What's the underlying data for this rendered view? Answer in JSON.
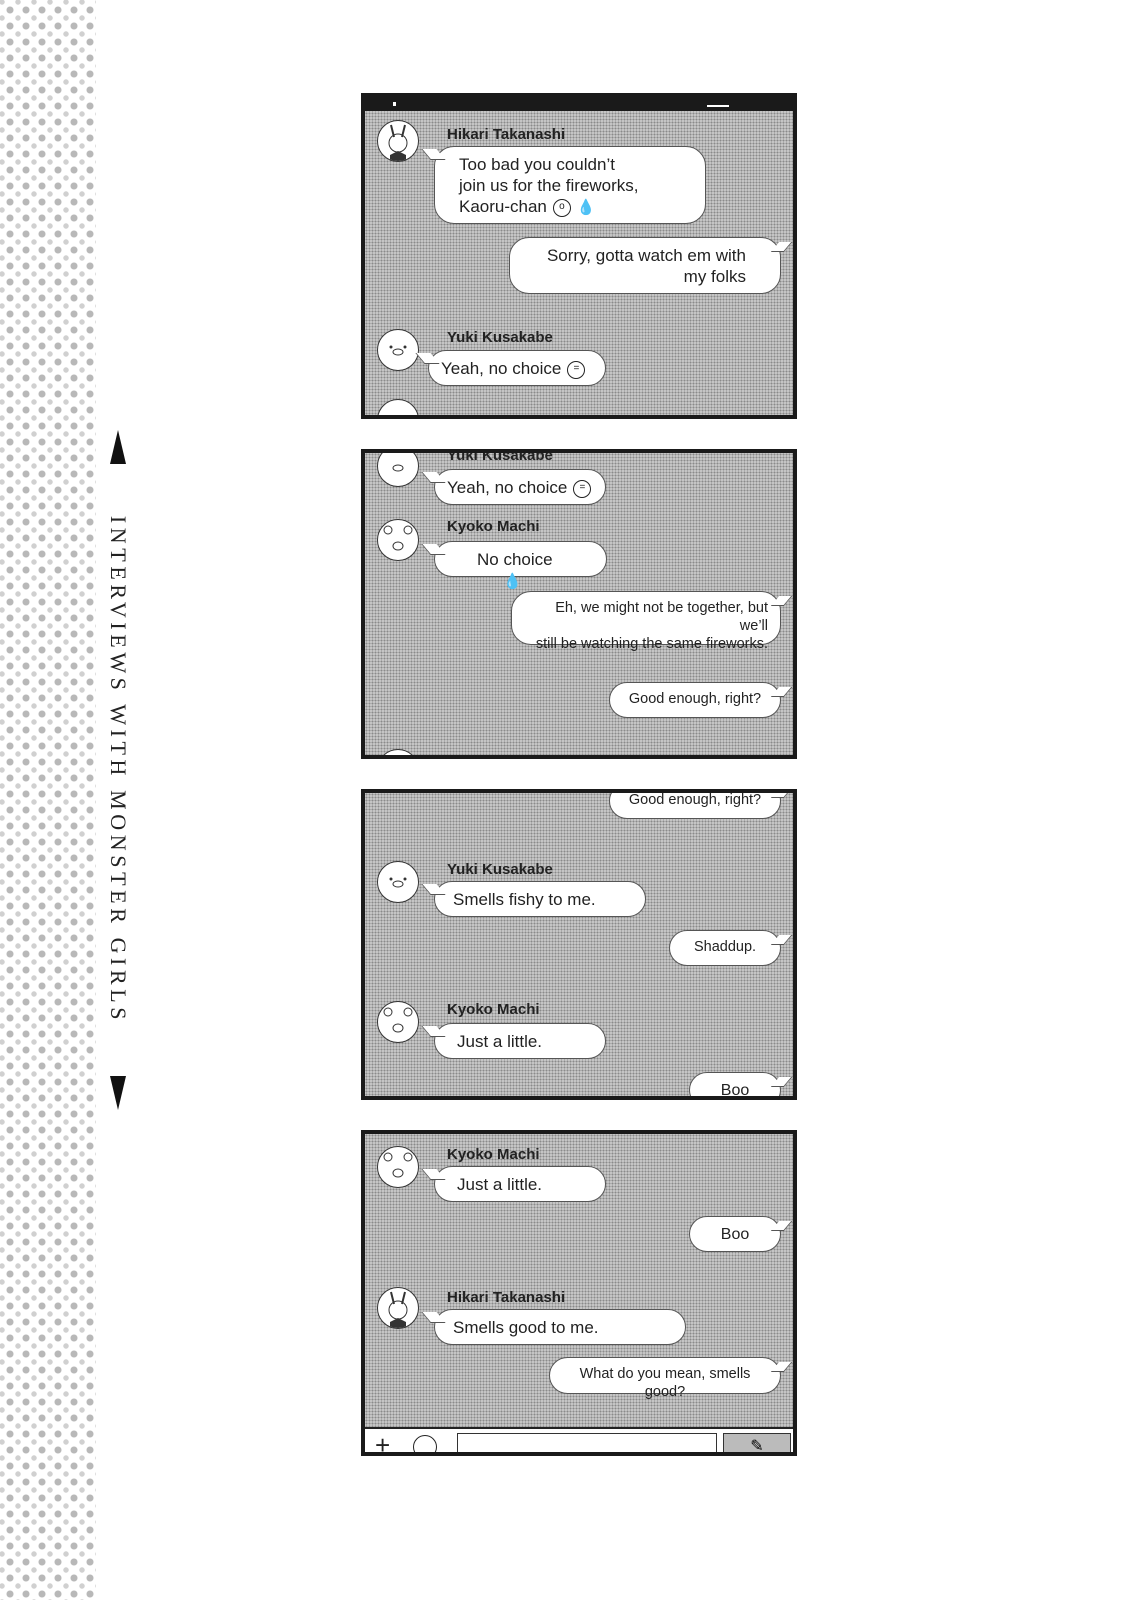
{
  "spine": {
    "title": "INTERVIEWS WITH MONSTER GIRLS"
  },
  "panels": [
    {
      "messages": [
        {
          "sender": "Hikari Takanashi",
          "text_lines": [
            "Too bad you couldn’t",
            "join us for the fireworks,",
            "Kaoru-chan"
          ],
          "emoji": [
            "shocked-face-icon",
            "sweat-drop-icon"
          ]
        },
        {
          "sender": "me",
          "text_lines": [
            "Sorry, gotta watch em with",
            "my folks"
          ]
        },
        {
          "sender": "Yuki Kusakabe",
          "text": "Yeah, no choice",
          "emoji": [
            "squint-face-icon"
          ]
        }
      ]
    },
    {
      "messages": [
        {
          "sender": "Yuki Kusakabe",
          "text": "Yeah, no choice"
        },
        {
          "sender": "Kyoko Machi",
          "text": "No choice"
        },
        {
          "sender": "me",
          "text_lines": [
            "Eh, we might not be together, but we’ll",
            "still be watching the same fireworks."
          ]
        },
        {
          "sender": "me",
          "text": "Good enough, right?"
        }
      ]
    },
    {
      "messages": [
        {
          "sender": "me",
          "text": "Good enough, right?"
        },
        {
          "sender": "Yuki Kusakabe",
          "text": "Smells fishy to me."
        },
        {
          "sender": "me",
          "text": "Shaddup."
        },
        {
          "sender": "Kyoko Machi",
          "text": "Just a little."
        },
        {
          "sender": "me",
          "text": "Boo"
        }
      ]
    },
    {
      "messages": [
        {
          "sender": "Kyoko Machi",
          "text": "Just a little."
        },
        {
          "sender": "me",
          "text": "Boo"
        },
        {
          "sender": "Hikari Takanashi",
          "text": "Smells good to me."
        },
        {
          "sender": "me",
          "text": "What do you mean, smells good?"
        }
      ]
    }
  ],
  "input_bar": {
    "plus_icon": "plus-icon",
    "emoji_icon": "smile-icon",
    "send_icon": "send-icon",
    "send_glyph": "✎"
  }
}
